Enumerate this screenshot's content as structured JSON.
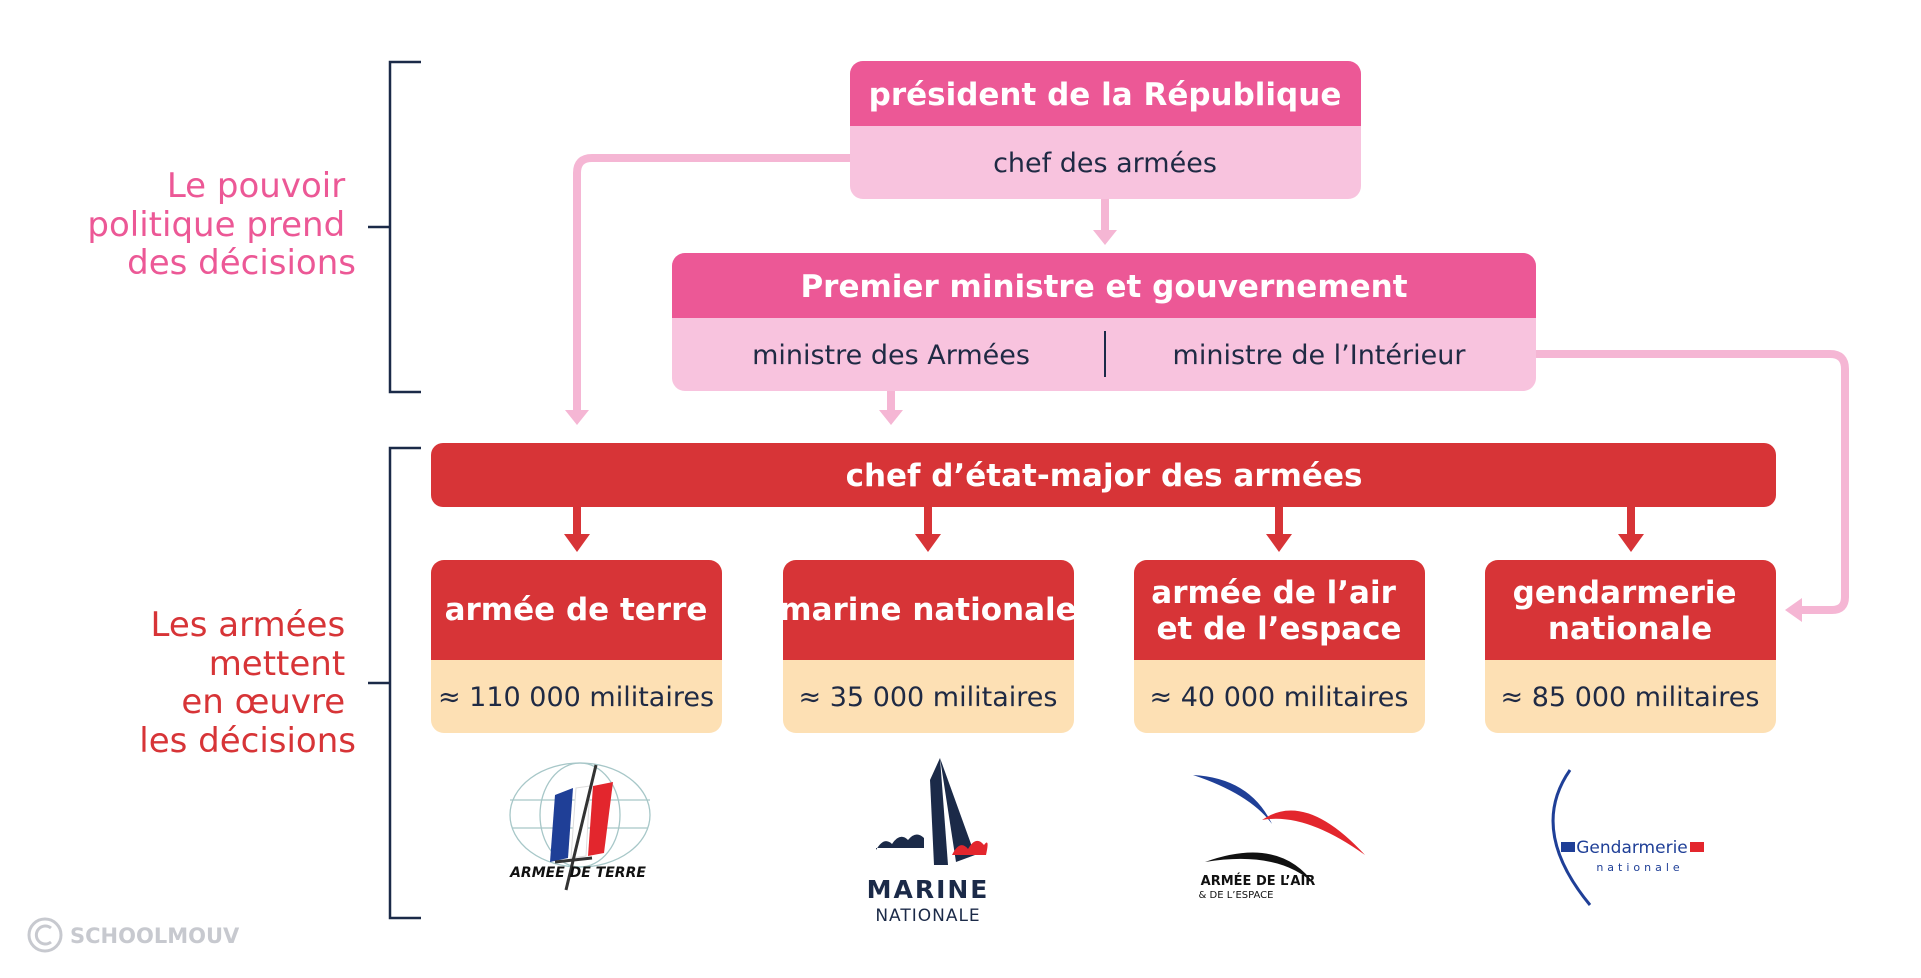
{
  "colors": {
    "pink": "#ec5896",
    "pink_light": "#f8c3de",
    "pink_arrow": "#f5b6d4",
    "red": "#d73437",
    "cream": "#fde0b4",
    "navy": "#1b2a48",
    "flag_blue": "#1f3f97",
    "flag_red": "#e3262d",
    "watermark": "#c7c9cf"
  },
  "side_labels": {
    "political": [
      "Le pouvoir",
      "politique prend",
      "des décisions"
    ],
    "military": [
      "Les armées",
      "mettent",
      "en œuvre",
      "les décisions"
    ]
  },
  "president": {
    "title": "président de la République",
    "role": "chef des armées"
  },
  "government": {
    "title": "Premier ministre et gouvernement",
    "ministers": [
      "ministre des Armées",
      "ministre de l’Intérieur"
    ]
  },
  "chief": {
    "title": "chef d’état-major des armées"
  },
  "forces": [
    {
      "name": [
        "armée de terre"
      ],
      "count": "≈ 110 000 militaires",
      "logo_text": [
        "ARMEE DE TERRE"
      ],
      "logo_icon": "flag-sword-globe-icon"
    },
    {
      "name": [
        "marine nationale"
      ],
      "count": "≈ 35 000 militaires",
      "logo_text": [
        "MARINE",
        "NATIONALE"
      ],
      "logo_icon": "sail-waves-icon"
    },
    {
      "name": [
        "armée de l’air",
        "et de l’espace"
      ],
      "count": "≈ 40 000 militaires",
      "logo_text": [
        "ARMÉE DE L’AIR",
        "& DE L’ESPACE"
      ],
      "logo_icon": "wing-swoosh-icon"
    },
    {
      "name": [
        "gendarmerie",
        "nationale"
      ],
      "count": "≈ 85 000 militaires",
      "logo_text": [
        "Gendarmerie",
        "nationale"
      ],
      "logo_icon": "gendarmerie-arc-icon"
    }
  ],
  "watermark": "SCHOOLMOUV"
}
